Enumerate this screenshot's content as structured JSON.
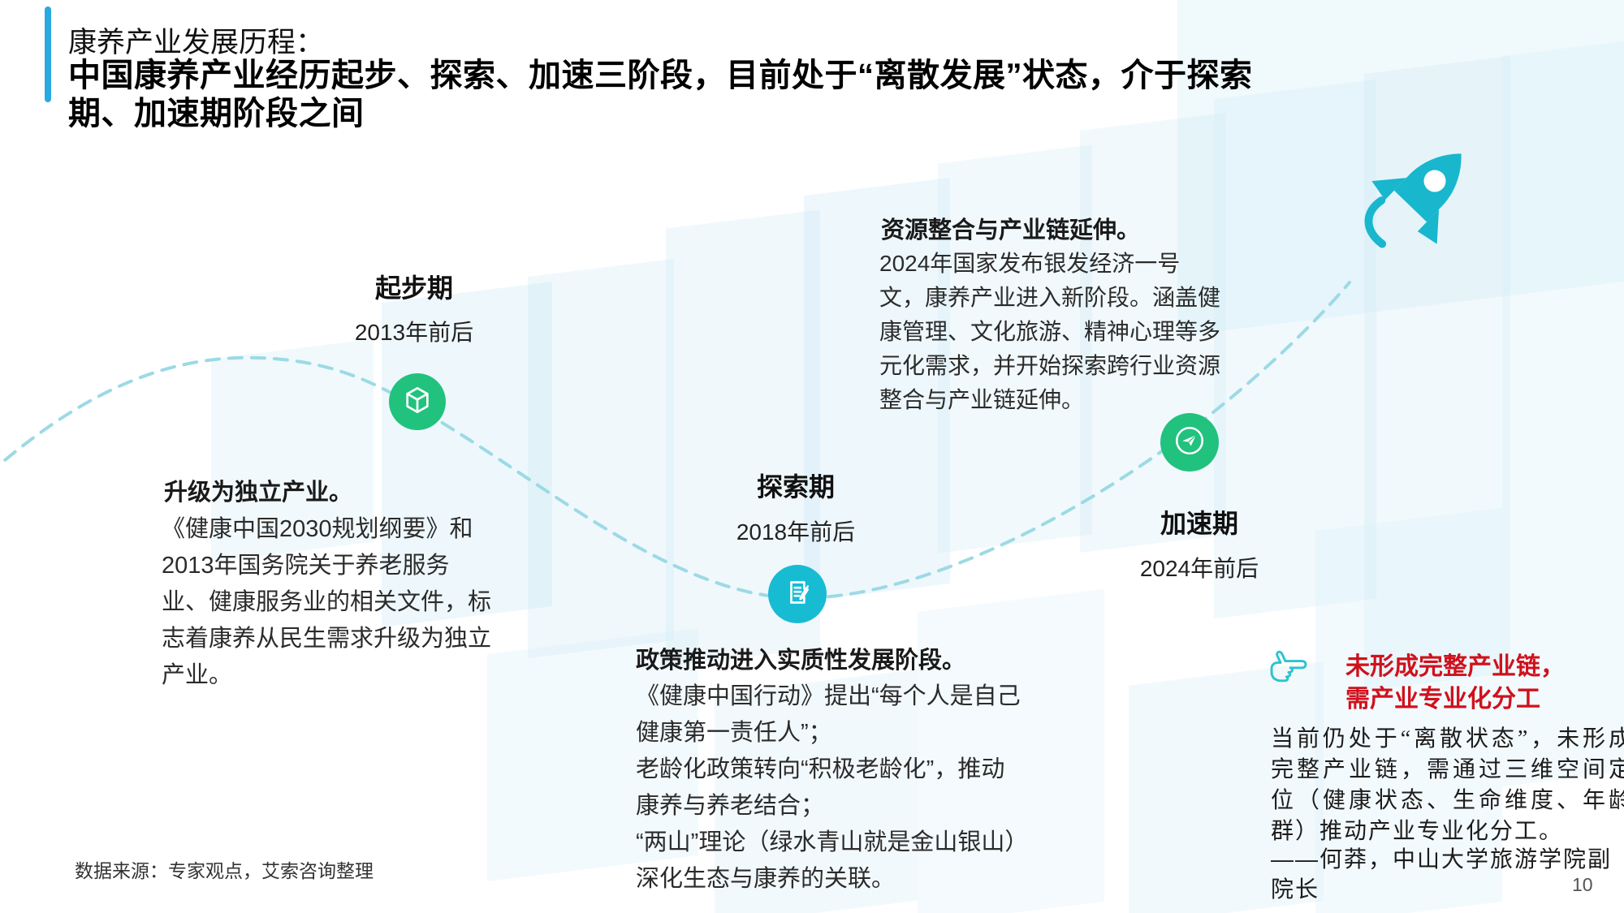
{
  "header": {
    "kicker": "康养产业发展历程：",
    "title": "中国康养产业经历起步、探索、加速三阶段，目前处于“离散发展”状态，介于探索期、加速期阶段之间"
  },
  "stages": [
    {
      "label": "起步期",
      "period": "2013年前后",
      "icon": "cube-icon",
      "heading": "升级为独立产业。",
      "body": "《健康中国2030规划纲要》和2013年国务院关于养老服务业、健康服务业的相关文件，标志着康养从民生需求升级为独立产业。"
    },
    {
      "label": "探索期",
      "period": "2018年前后",
      "icon": "document-edit-icon",
      "heading": "政策推动进入实质性发展阶段。",
      "body": "《健康中国行动》提出“每个人是自己健康第一责任人”；\n老龄化政策转向“积极老龄化”，推动康养与养老结合；\n“两山”理论（绿水青山就是金山银山）深化生态与康养的关联。"
    },
    {
      "label": "加速期",
      "period": "2024年前后",
      "icon": "paper-plane-icon",
      "heading": "资源整合与产业链延伸。",
      "body": "2024年国家发布银发经济一号文，康养产业进入新阶段。涵盖健康管理、文化旅游、精神心理等多元化需求，并开始探索跨行业资源整合与产业链延伸。"
    }
  ],
  "callout": {
    "icon": "pointing-hand-icon",
    "title": "未形成完整产业链，\n需产业专业化分工",
    "quote": "当前仍处于“离散状态”，未形成完整产业链，需通过三维空间定位（健康状态、生命维度、年龄群）推动产业专业化分工。",
    "attribution": "——何莽，中山大学旅游学院副院长"
  },
  "footer": {
    "source": "数据来源：专家观点，艾索咨询整理",
    "page": "10"
  },
  "colors": {
    "accent_blue": "#29A9E1",
    "green": "#21C27E",
    "teal": "#17BCD3",
    "rocket_teal": "#18B7CE",
    "dash": "#9CDAE5",
    "red": "#D0111C",
    "hand_teal": "#2BC3CF"
  }
}
